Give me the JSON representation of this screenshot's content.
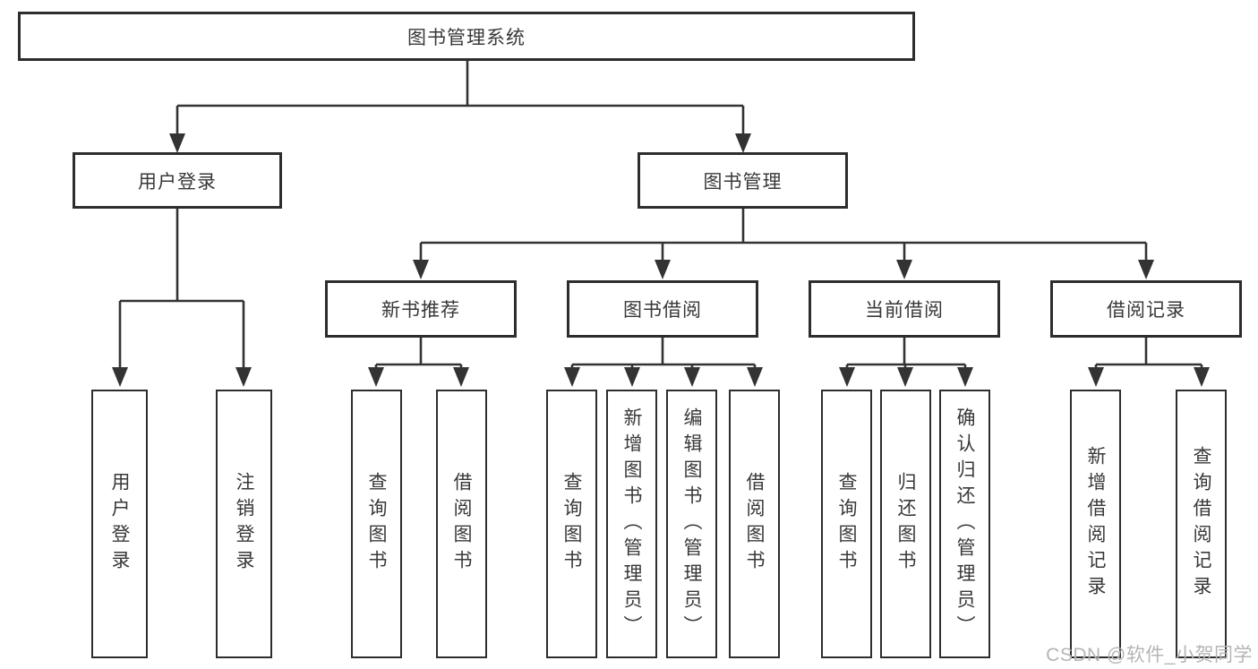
{
  "tree": {
    "label": "图书管理系统",
    "children": [
      {
        "label": "用户登录",
        "children": [
          {
            "label": "用户登录"
          },
          {
            "label": "注销登录"
          }
        ]
      },
      {
        "label": "图书管理",
        "children": [
          {
            "label": "新书推荐",
            "children": [
              {
                "label": "查询图书"
              },
              {
                "label": "借阅图书"
              }
            ]
          },
          {
            "label": "图书借阅",
            "children": [
              {
                "label": "查询图书"
              },
              {
                "label": "新增图书（管理员）"
              },
              {
                "label": "编辑图书（管理员）"
              },
              {
                "label": "借阅图书"
              }
            ]
          },
          {
            "label": "当前借阅",
            "children": [
              {
                "label": "查询图书"
              },
              {
                "label": "归还图书"
              },
              {
                "label": "确认归还（管理员）"
              }
            ]
          },
          {
            "label": "借阅记录",
            "children": [
              {
                "label": "新增借阅记录"
              },
              {
                "label": "查询借阅记录"
              }
            ]
          }
        ]
      }
    ]
  },
  "watermark": {
    "text": "CSDN @软件_小贺同学"
  },
  "colors": {
    "line": "#333333",
    "box_border": "#2d2d2d",
    "box_fill": "#ffffff",
    "text": "#383838",
    "watermark": "#b5b5b5"
  }
}
